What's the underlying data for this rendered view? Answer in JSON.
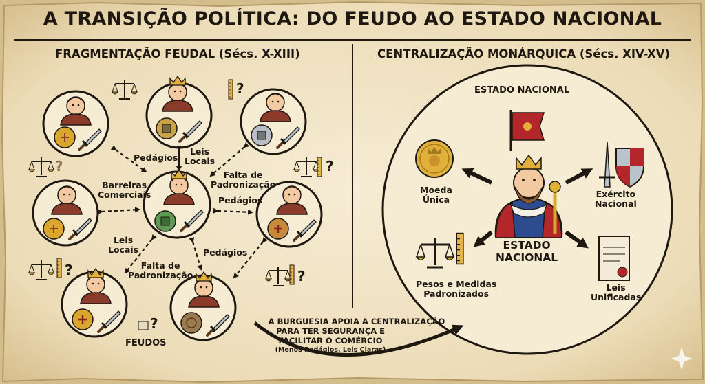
{
  "title": "A TRANSIÇÃO POLÍTICA: DO FEUDO AO ESTADO NACIONAL",
  "left": {
    "heading": "FRAGMENTAÇÃO FEUDAL (Sécs. X-XIII)",
    "labels": {
      "pedagios_1": "Pedágios",
      "leis_locais_1": "Leis\nLocais",
      "barreiras": "Barreiras\nComerciais",
      "falta_1": "Falta de\nPadronização",
      "pedagios_2": "Pedágios",
      "leis_locais_2": "Leis\nLocais",
      "falta_2": "Falta de\nPadronização",
      "pedagios_3": "Pedágios"
    },
    "feudos_label": "FEUDOS",
    "question_mark": "?"
  },
  "right": {
    "heading": "CENTRALIZAÇÃO MONÁRQUICA (Sécs. XIV-XV)",
    "circle_title": "ESTADO NACIONAL",
    "center_label": "ESTADO\nNACIONAL",
    "moeda": "Moeda\nÚnica",
    "exercito": "Exército\nNacional",
    "pesos": "Pesos e Medidas\nPadronizados",
    "leis": "Leis\nUnificadas"
  },
  "burguesia": {
    "line1": "A BURGUESIA APOIA A CENTRALIZAÇÃO",
    "line2": "PARA TER SEGURANÇA E",
    "line3": "FACILITAR O COMÉRCIO",
    "line4": "(Menos Pedágios, Leis Claras)"
  },
  "colors": {
    "parchment": "#f3e7cc",
    "ink": "#1e1810",
    "gold": "#d9a62e",
    "crimson": "#b3262a",
    "steel": "#8c9aa6"
  }
}
